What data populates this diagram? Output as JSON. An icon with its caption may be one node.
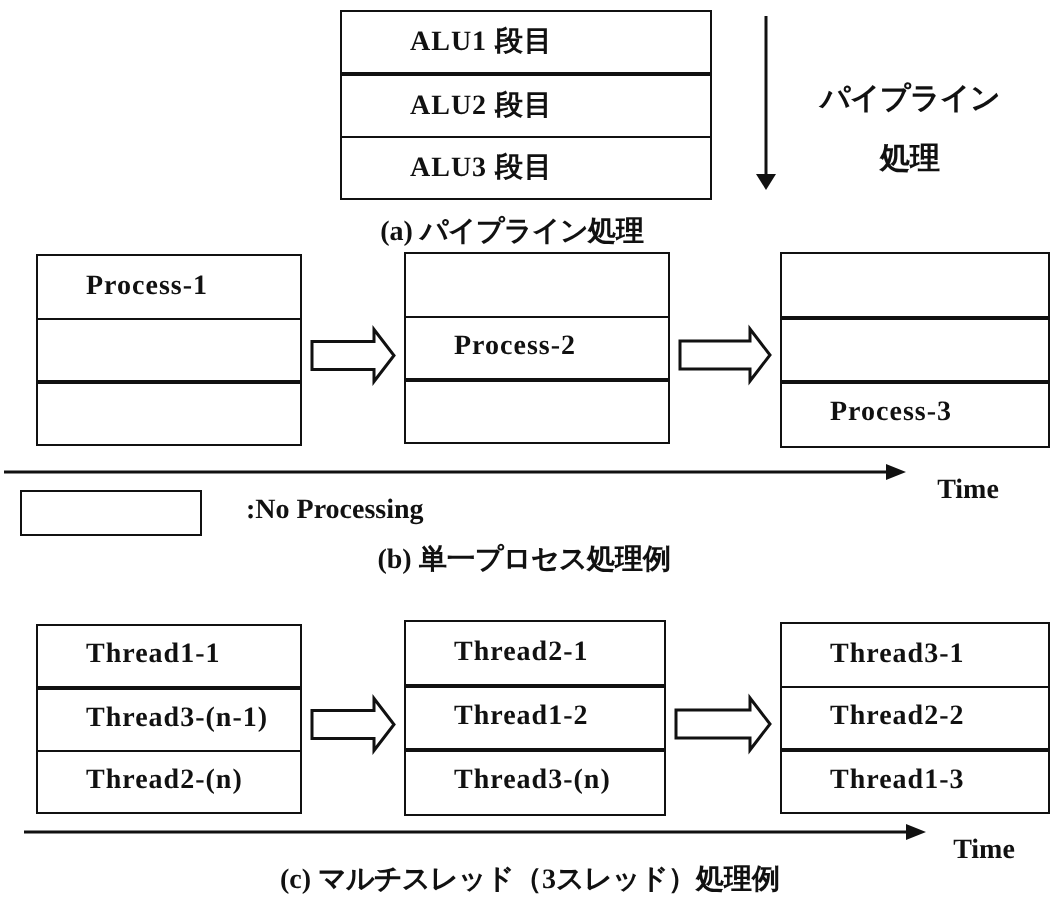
{
  "diagram": {
    "nodes": [
      {
        "text": [
          "ALU1 段目"
        ]
      },
      {
        "text": [
          "ALU2 段目"
        ]
      },
      {
        "text": [
          "ALU3 段目"
        ]
      },
      {
        "text": [
          "Process-1"
        ]
      },
      {
        "text": [],
        "shape": "box"
      },
      {
        "text": [],
        "shape": "box"
      },
      {
        "text": [],
        "shape": "box"
      },
      {
        "text": [
          "Process-2"
        ]
      },
      {
        "text": [],
        "shape": "box"
      },
      {
        "text": [],
        "shape": "box"
      },
      {
        "text": [],
        "shape": "box"
      },
      {
        "text": [
          "Process-3"
        ]
      },
      {
        "text": [
          "Thread1-1"
        ]
      },
      {
        "text": [
          "Thread3-(n-1)"
        ]
      },
      {
        "text": [
          "Thread2-(n)"
        ]
      },
      {
        "text": [
          "Thread2-1"
        ]
      },
      {
        "text": [
          "Thread1-2"
        ]
      },
      {
        "text": [
          "Thread3-(n)"
        ]
      },
      {
        "text": [
          "Thread3-1"
        ]
      },
      {
        "text": [
          "Thread2-2"
        ]
      },
      {
        "text": [
          "Thread1-3"
        ]
      }
    ],
    "edges": [
      {
        "from": 4,
        "to": 7,
        "arrow": "to"
      },
      {
        "from": 7,
        "to": 10,
        "arrow": "to"
      },
      {
        "from": 13,
        "to": 16,
        "arrow": "to"
      },
      {
        "from": 16,
        "to": 19,
        "arrow": "to"
      }
    ],
    "labels": [
      "パイプライン処理",
      "(a) パイプライン処理",
      "Time",
      "(b) 単一プロセス処理例",
      "Time",
      "(c) マルチスレッド（3スレッド）処理例"
    ],
    "legend": [
      {
        "text": ":No Processing"
      }
    ]
  }
}
